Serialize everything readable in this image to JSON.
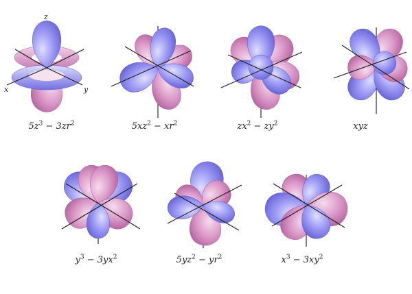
{
  "colors": {
    "pink": "#d58ac0",
    "blue": "#8b88ee",
    "axis": "#1a1a1a"
  },
  "axes_labels": {
    "z": "z",
    "x": "x",
    "y": "y"
  },
  "orbitals": [
    {
      "id": "fz3",
      "label": [
        [
          "5z",
          "3"
        ],
        [
          " − 3zr",
          "2"
        ]
      ]
    },
    {
      "id": "fxz2",
      "label": [
        [
          "5xz",
          "2"
        ],
        [
          " − xr",
          "2"
        ]
      ]
    },
    {
      "id": "fzx2y2",
      "label": [
        [
          "zx",
          "2"
        ],
        [
          " − zy",
          "2"
        ]
      ]
    },
    {
      "id": "fxyz",
      "label": [
        [
          "xyz",
          ""
        ]
      ]
    },
    {
      "id": "fy3",
      "label": [
        [
          "y",
          "3"
        ],
        [
          " − 3yx",
          "2"
        ]
      ]
    },
    {
      "id": "fyz2",
      "label": [
        [
          "5yz",
          "2"
        ],
        [
          " − yr",
          "2"
        ]
      ]
    },
    {
      "id": "fx3",
      "label": [
        [
          "x",
          "3"
        ],
        [
          " − 3xy",
          "2"
        ]
      ]
    }
  ]
}
